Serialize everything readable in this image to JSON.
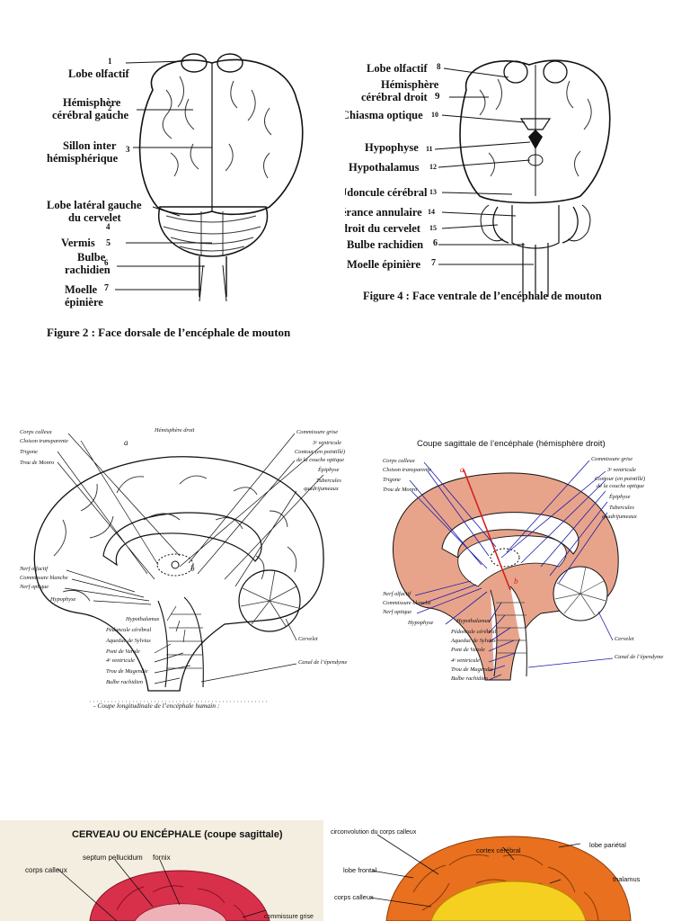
{
  "fig_dorsal": {
    "caption": "Figure  2 : Face dorsale de l’encéphale de mouton",
    "labels": [
      "Lobe olfactif",
      "Hémisphère",
      "cérébral gauche",
      "Sillon inter",
      "hémisphérique",
      "Lobe latéral gauche",
      "du cervelet",
      "Vermis",
      "Bulbe",
      "rachidien",
      "Moelle",
      "épinière"
    ],
    "numbers": [
      "1",
      "2",
      "3",
      "4",
      "5",
      "6",
      "7"
    ]
  },
  "fig_ventral": {
    "caption": "Figure 4 : Face ventrale de l’encéphale de mouton",
    "labels": [
      "Lobe olfactif",
      "Hémisphère",
      "cérébral droit",
      "Chiasma optique",
      "Hypophyse",
      "Hypothalamus",
      "Jdoncule cérébral",
      "érance annulaire",
      "droit du cervelet",
      "Bulbe rachidien",
      "Moelle épinière"
    ],
    "numbers": [
      "8",
      "9",
      "10",
      "11",
      "12",
      "13",
      "14",
      "15",
      "6",
      "7"
    ]
  },
  "fig_sagittal_bw": {
    "caption": "- Coupe longitudinale de l’encéphale humain :",
    "top_label": "Hémisphère droit",
    "marker_a": "a",
    "marker_b": "b",
    "left_labels": [
      "Corps calleux",
      "Cloison transparente",
      "Trigone",
      "Trou de Monro",
      "Nerf olfactif",
      "Commissure blanche",
      "Nerf optique",
      "Hypophyse"
    ],
    "right_labels": [
      "Commissure grise",
      "3ᵉ ventricule",
      "Contour (en pointillé)",
      "de la couche optique",
      "Épiphyse",
      "Tubercules",
      "quadrijumeaux",
      "Cervelet",
      "Canal de l’épendyme"
    ],
    "bottom_labels": [
      "Hypothalamus",
      "Pédoncule cérébral",
      "Aqueduc de Sylvius",
      "Pont de Varole",
      "4ᵉ ventricule",
      "Trou de Magendie",
      "Bulbe rachidien"
    ]
  },
  "fig_sagittal_color": {
    "title": "Coupe sagittale de l’encéphale (hémisphère droit)",
    "marker_a": "a",
    "marker_b": "b",
    "left_labels": [
      "Corps calleux",
      "Cloison transparente",
      "Trigone",
      "Trou de Monro",
      "Nerf olfactif",
      "Commissure blanche",
      "Nerf optique",
      "Hypophyse"
    ],
    "right_labels": [
      "Commissure grise",
      "3ᵉ ventricule",
      "Contour (en pointillé)",
      "de la couche optique",
      "Épiphyse",
      "Tubercules",
      "quadrijumeaux",
      "Cervelet",
      "Canal de l’épendyme"
    ],
    "bottom_labels": [
      "Hypothalamus",
      "Pédoncule cérébral",
      "Aqueduc de Sylvius",
      "Pont de Varole",
      "4ᵉ ventricule",
      "Trou de Magendie",
      "Bulbe rachidien"
    ],
    "colors": {
      "cortex": "#e8a48a",
      "leader": "#1a1aa8",
      "axis": "#d42020"
    }
  },
  "fig_cerveau": {
    "title": "CERVEAU OU ENCÉPHALE (coupe sagittale)",
    "labels": [
      "septum pellucidum",
      "fornix",
      "corps calleux",
      "commissure grise"
    ],
    "colors": {
      "cortex": "#d8304a"
    }
  },
  "fig_cortex": {
    "labels": [
      "circonvolution du corps calleux",
      "cortex cérébral",
      "lobe pariétal",
      "lobe frontal",
      "thalamus",
      "corps calleux"
    ],
    "colors": {
      "cortex": "#e8701e",
      "inner": "#f5d020"
    }
  }
}
